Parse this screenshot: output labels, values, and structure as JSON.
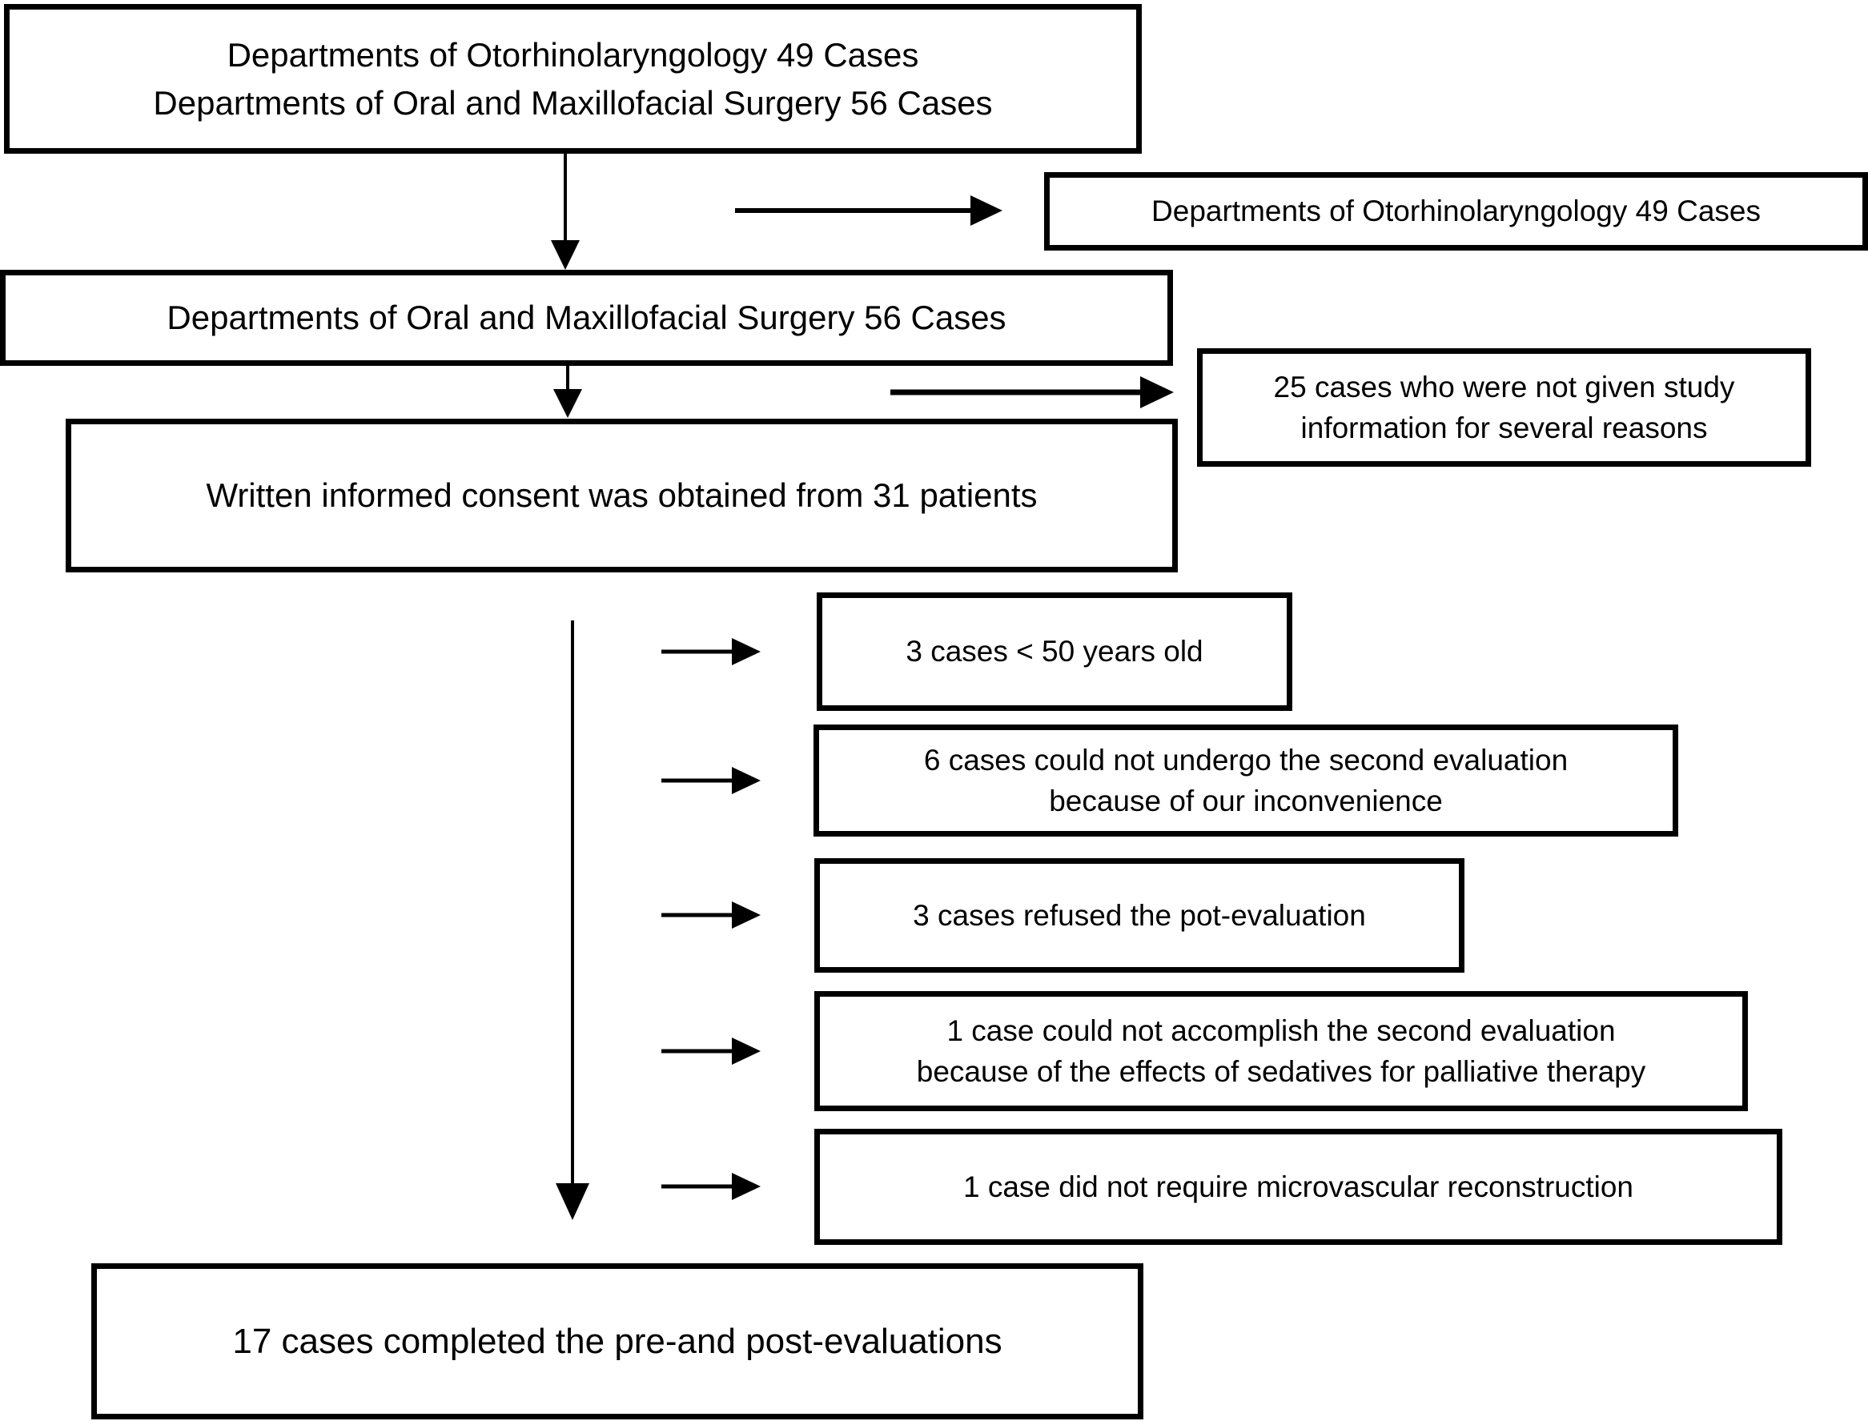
{
  "colors": {
    "ink": "#000000",
    "background": "#ffffff"
  },
  "flowchart": {
    "source_box": {
      "lines": [
        "Departments of Otorhinolaryngology 49 Cases",
        "Departments of Oral and Maxillofacial Surgery 56 Cases"
      ]
    },
    "otorhinolaryngology_branch_box": {
      "lines": [
        "Departments of Otorhinolaryngology 49 Cases"
      ]
    },
    "oral_maxillofacial_box": {
      "lines": [
        "Departments of Oral and Maxillofacial Surgery 56 Cases"
      ]
    },
    "not_given_info_box": {
      "lines": [
        "25 cases who were not given study",
        "information for several reasons"
      ]
    },
    "consent_box": {
      "lines": [
        "Written informed consent was obtained from 31 patients"
      ]
    },
    "exclusion_boxes": [
      {
        "lines": [
          "3 cases < 50 years old"
        ]
      },
      {
        "lines": [
          "6 cases could not undergo the second evaluation",
          "because of our inconvenience"
        ]
      },
      {
        "lines": [
          "3 cases refused the pot-evaluation"
        ]
      },
      {
        "lines": [
          "1 case could not accomplish the second evaluation",
          "because of the effects of sedatives for palliative therapy"
        ]
      },
      {
        "lines": [
          "1 case did not require microvascular reconstruction"
        ]
      }
    ],
    "final_box": {
      "lines": [
        "17 cases completed the pre-and post-evaluations"
      ]
    }
  }
}
